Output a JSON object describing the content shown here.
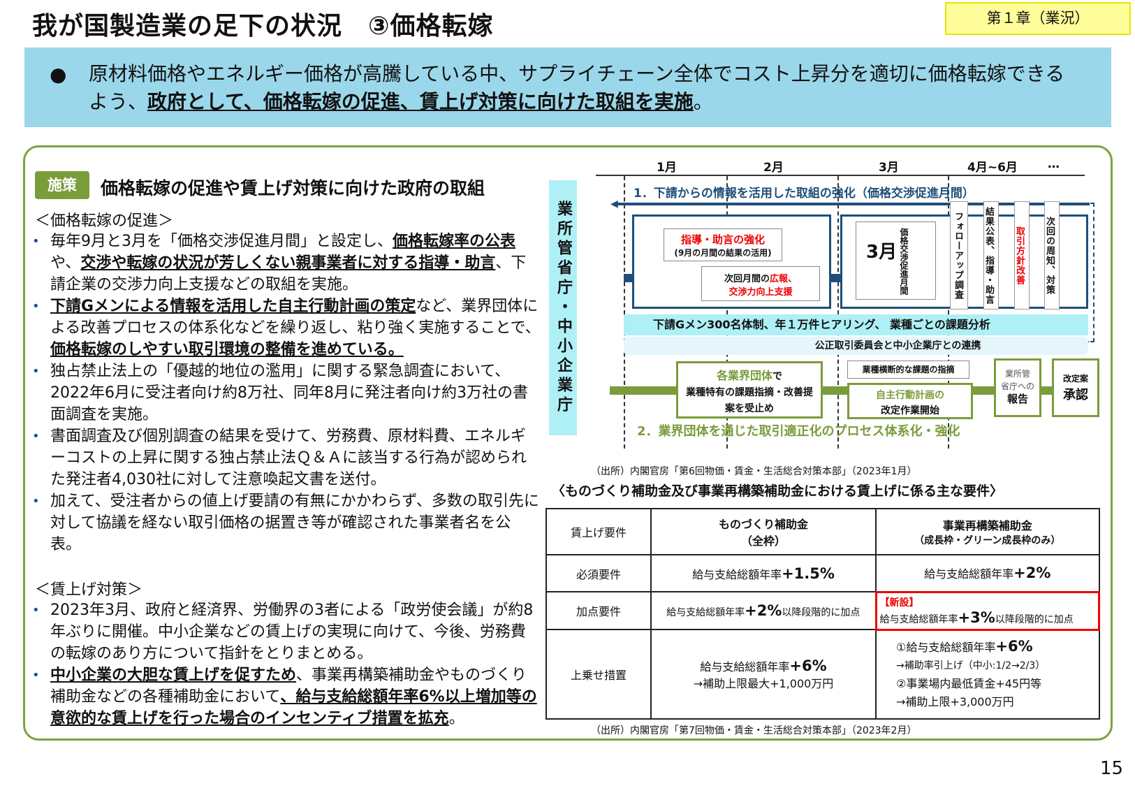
{
  "header": {
    "title": "我が国製造業の足下の状況　③価格転嫁",
    "chapter": "第１章（業況）"
  },
  "banner": {
    "text": "原材料価格やエネルギー価格が高騰している中、サプライチェーン全体でコスト上昇分を適切に価格転嫁できるよう、",
    "emph": "政府として、価格転嫁の促進、賃上げ対策に向けた取組を実施",
    "end": "。"
  },
  "left": {
    "tag": "施策",
    "heading": "価格転嫁の促進や賃上げ対策に向けた政府の取組",
    "sec1": "＜価格転嫁の促進＞",
    "p1": [
      "毎年9月と3月を「価格交渉促進月間」と設定し、",
      "価格転嫁率の公表",
      "や、",
      "交渉や転嫁の状況が芳しくない親事業者に対する指導・助言",
      "、下請企業の交渉力向上支援などの取組を実施。"
    ],
    "p2": [
      "下請Gメンによる情報を活用した自主行動計画の策定",
      "など、業界団体による改善プロセスの体系化などを繰り返し、粘り強く実施することで、",
      "価格転嫁のしやすい取引環境の整備を進めている。"
    ],
    "p3": "独占禁止法上の「優越的地位の濫用」に関する緊急調査において、2022年6月に受注者向け約8万社、同年8月に発注者向け約3万社の書面調査を実施。",
    "p4": "書面調査及び個別調査の結果を受けて、労務費、原材料費、エネルギーコストの上昇に関する独占禁止法Ｑ＆Ａに該当する行為が認められた発注者4,030社に対して注意喚起文書を送付。",
    "p5": "加えて、受注者からの値上げ要請の有無にかかわらず、多数の取引先に対して協議を経ない取引価格の据置き等が確認された事業者名を公表。",
    "sec2": "＜賃上げ対策＞",
    "p6": "2023年3月、政府と経済界、労働界の3者による「政労使会議」が約8年ぶりに開催。中小企業などの賃上げの実現に向けて、今後、労務費の転嫁のあり方について指針をとりまとめる。",
    "p7": [
      "中小企業の大胆な賃上げを促すため",
      "、事業再構築補助金やものづくり補助金などの各種補助金において",
      "、給与支給総額年率6%以上増加等の意欲的な賃上げを行った場合のインセンティブ措置を拡充",
      "。"
    ]
  },
  "diagram": {
    "actor": "業所管省庁・中小企業庁",
    "months": [
      "1月",
      "2月",
      "3月",
      "4月~6月",
      "…"
    ],
    "track1": "1．下請からの情報を活用した取組の強化（価格交渉促進月間）",
    "guide_red": "指導・助言の強化",
    "guide_sub": "(9月の月間の結果の活用)",
    "next1": "次回月間の",
    "next_red1": "広報、",
    "next_red2": "交渉力向上支援",
    "march": "3月",
    "march_label": "価格交渉促進月間",
    "steps": [
      "フォローアップ調査",
      "結果公表、指導・助言",
      "取引方針改善",
      "次回の周知、対策"
    ],
    "gmen": "下請Gメン300名体制、年１万件ヒアリング、 業種ごとの課題分析",
    "ftc": "公正取引委員会と中小企業庁との連携",
    "ind_green": "各業界団体",
    "ind_de": "で",
    "ind_l2": "業種特有の課題指摘・改善提",
    "ind_l3": "案を受止め",
    "cross": "業種横断的な課題の指摘",
    "plan_green": "自主行動計画の",
    "plan_l2": "改定作業開始",
    "report1": "業所管",
    "report2": "省庁への",
    "report3": "報告",
    "approve1": "改定案",
    "approve2": "承認",
    "track2": "2．業界団体を通じた取引適正化のプロセス体系化・強化",
    "source": "（出所）内閣官房「第6回物価・賃金・生活総合対策本部」（2023年1月）"
  },
  "req": {
    "title": "〈ものづくり補助金及び事業再構築補助金における賃上げに係る主な要件〉",
    "h0": "賃上げ要件",
    "h1a": "ものづくり補助金",
    "h1b": "（全枠）",
    "h2a": "事業再構築補助金",
    "h2b": "（成長枠・グリーン成長枠のみ）",
    "r1": "必須要件",
    "r1a": "給与支給総額年率",
    "r1a_v": "+1.5%",
    "r1b": "給与支給総額年率",
    "r1b_v": "+2%",
    "r2": "加点要件",
    "r2a": "給与支給総額年率",
    "r2a_v": "+2%",
    "r2a_s": "以降段階的に加点",
    "r2b_new": "【新設】",
    "r2b": "給与支給総額年率",
    "r2b_v": "+3%",
    "r2b_s": "以降段階的に加点",
    "r3": "上乗せ措置",
    "r3a": "給与支給総額年率",
    "r3a_v": "+6%",
    "r3a_2": "→補助上限最大+1,000万円",
    "r3b_1": "①給与支給総額年率",
    "r3b_1v": "+6%",
    "r3b_2": "→補助率引上げ（中小:1/2→2/3）",
    "r3b_3": "②事業場内最低賃金+45円等",
    "r3b_4": "→補助上限+3,000万円",
    "source": "（出所）内閣官房「第7回物価・賃金・生活総合対策本部」（2023年2月）"
  },
  "page": "15",
  "colors": {
    "banner": "#9bd7ea",
    "frame": "#80a040",
    "navy": "#1f4e79",
    "red": "#e00000",
    "cyan": "#aef0f5"
  }
}
